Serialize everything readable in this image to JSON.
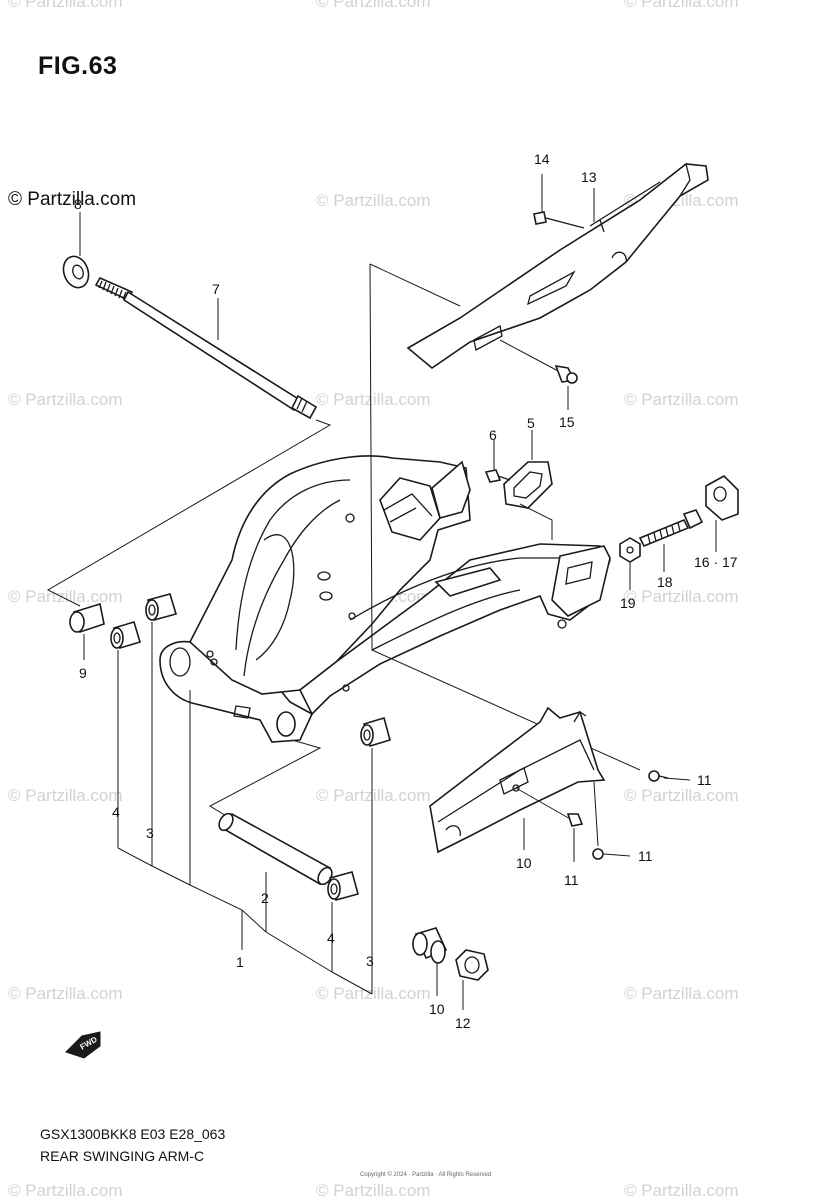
{
  "figure": {
    "title": "FIG.63",
    "copyright": "© Partzilla.com",
    "model_code": "GSX1300BKK8 E03 E28_063",
    "subtitle": "REAR SWINGING ARM-C",
    "footer_fine_print": "Copyright © 2024 · Partzilla · All Rights Reserved",
    "watermark": "© Partzilla.com",
    "fwd_label": "FWD"
  },
  "callouts": {
    "c1": "1",
    "c2": "2",
    "c3a": "3",
    "c3b": "3",
    "c4a": "4",
    "c4b": "4",
    "c5": "5",
    "c6": "6",
    "c7": "7",
    "c8": "8",
    "c9": "9",
    "c10a": "10",
    "c10b": "10",
    "c11a": "11",
    "c11b": "11",
    "c11c": "11",
    "c12": "12",
    "c13": "13",
    "c14": "14",
    "c15": "15",
    "c16_17": "16 · 17",
    "c18": "18",
    "c19": "19"
  },
  "style": {
    "line_color": "#1a1a1a",
    "watermark_color": "#d2d2d2"
  }
}
